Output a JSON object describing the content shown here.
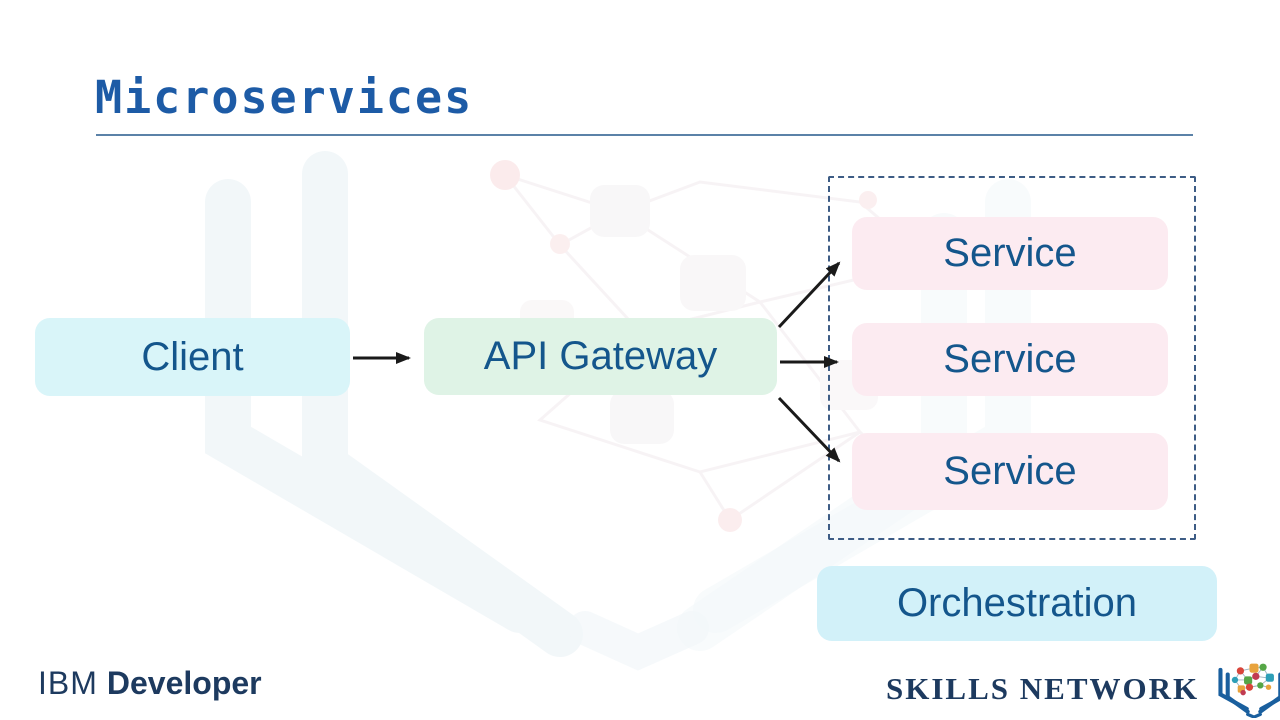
{
  "slide": {
    "title": "Microservices",
    "title_color": "#1d5ba6",
    "underline_color": "#5b82a8",
    "background_color": "#ffffff"
  },
  "diagram": {
    "label_color": "#14568c",
    "arrow_color": "#1a1a1a",
    "client": {
      "label": "Client",
      "fill": "#d9f5f9"
    },
    "api_gateway": {
      "label": "API Gateway",
      "fill": "#dff3e6"
    },
    "services_group": {
      "border_color": "#3d5c85",
      "border_style": "dashed"
    },
    "services": [
      {
        "label": "Service"
      },
      {
        "label": "Service"
      },
      {
        "label": "Service"
      }
    ],
    "service_fill": "#fcebf1",
    "orchestration": {
      "label": "Orchestration",
      "fill": "#d2f1f9"
    }
  },
  "footer": {
    "ibm_logo": {
      "ibm": "IBM",
      "developer": "Developer",
      "color": "#1d3a5f"
    },
    "skills_network": {
      "label": "SKILLS NETWORK",
      "color": "#1d3a5f"
    }
  }
}
